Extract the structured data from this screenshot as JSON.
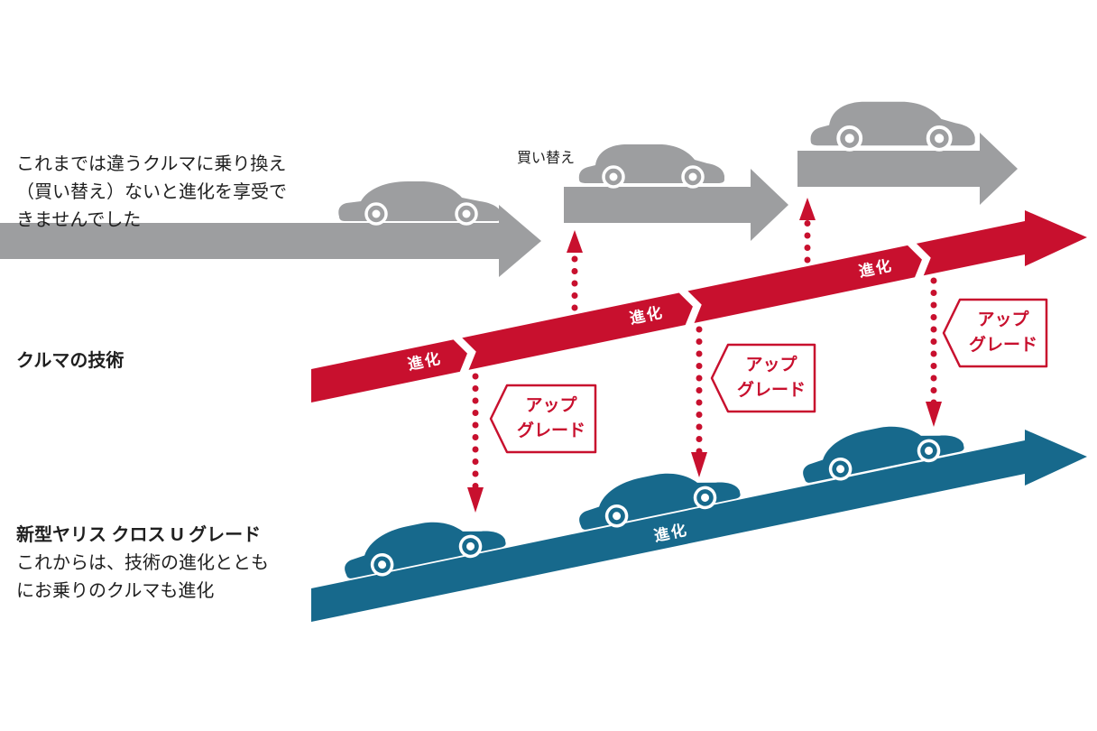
{
  "colors": {
    "accent_red": "#c8102e",
    "accent_blue": "#17698c",
    "neutral_gray": "#9d9ea0",
    "text": "#1f1f1f"
  },
  "top_note": {
    "lines": [
      "これまでは違うクルマに乗り換え",
      "（買い替え）ないと進化を享受で",
      "きませんでした"
    ]
  },
  "labels": {
    "trade_in": "買い替え",
    "car_technology": "クルマの技術",
    "evolution": "進化",
    "upgrade_top": "アップ",
    "upgrade_bottom": "グレード"
  },
  "bottom_note": {
    "title": "新型ヤリス クロス U グレード",
    "lines": [
      "これからは、技術の進化ととも",
      "にお乗りのクルマも進化"
    ]
  }
}
